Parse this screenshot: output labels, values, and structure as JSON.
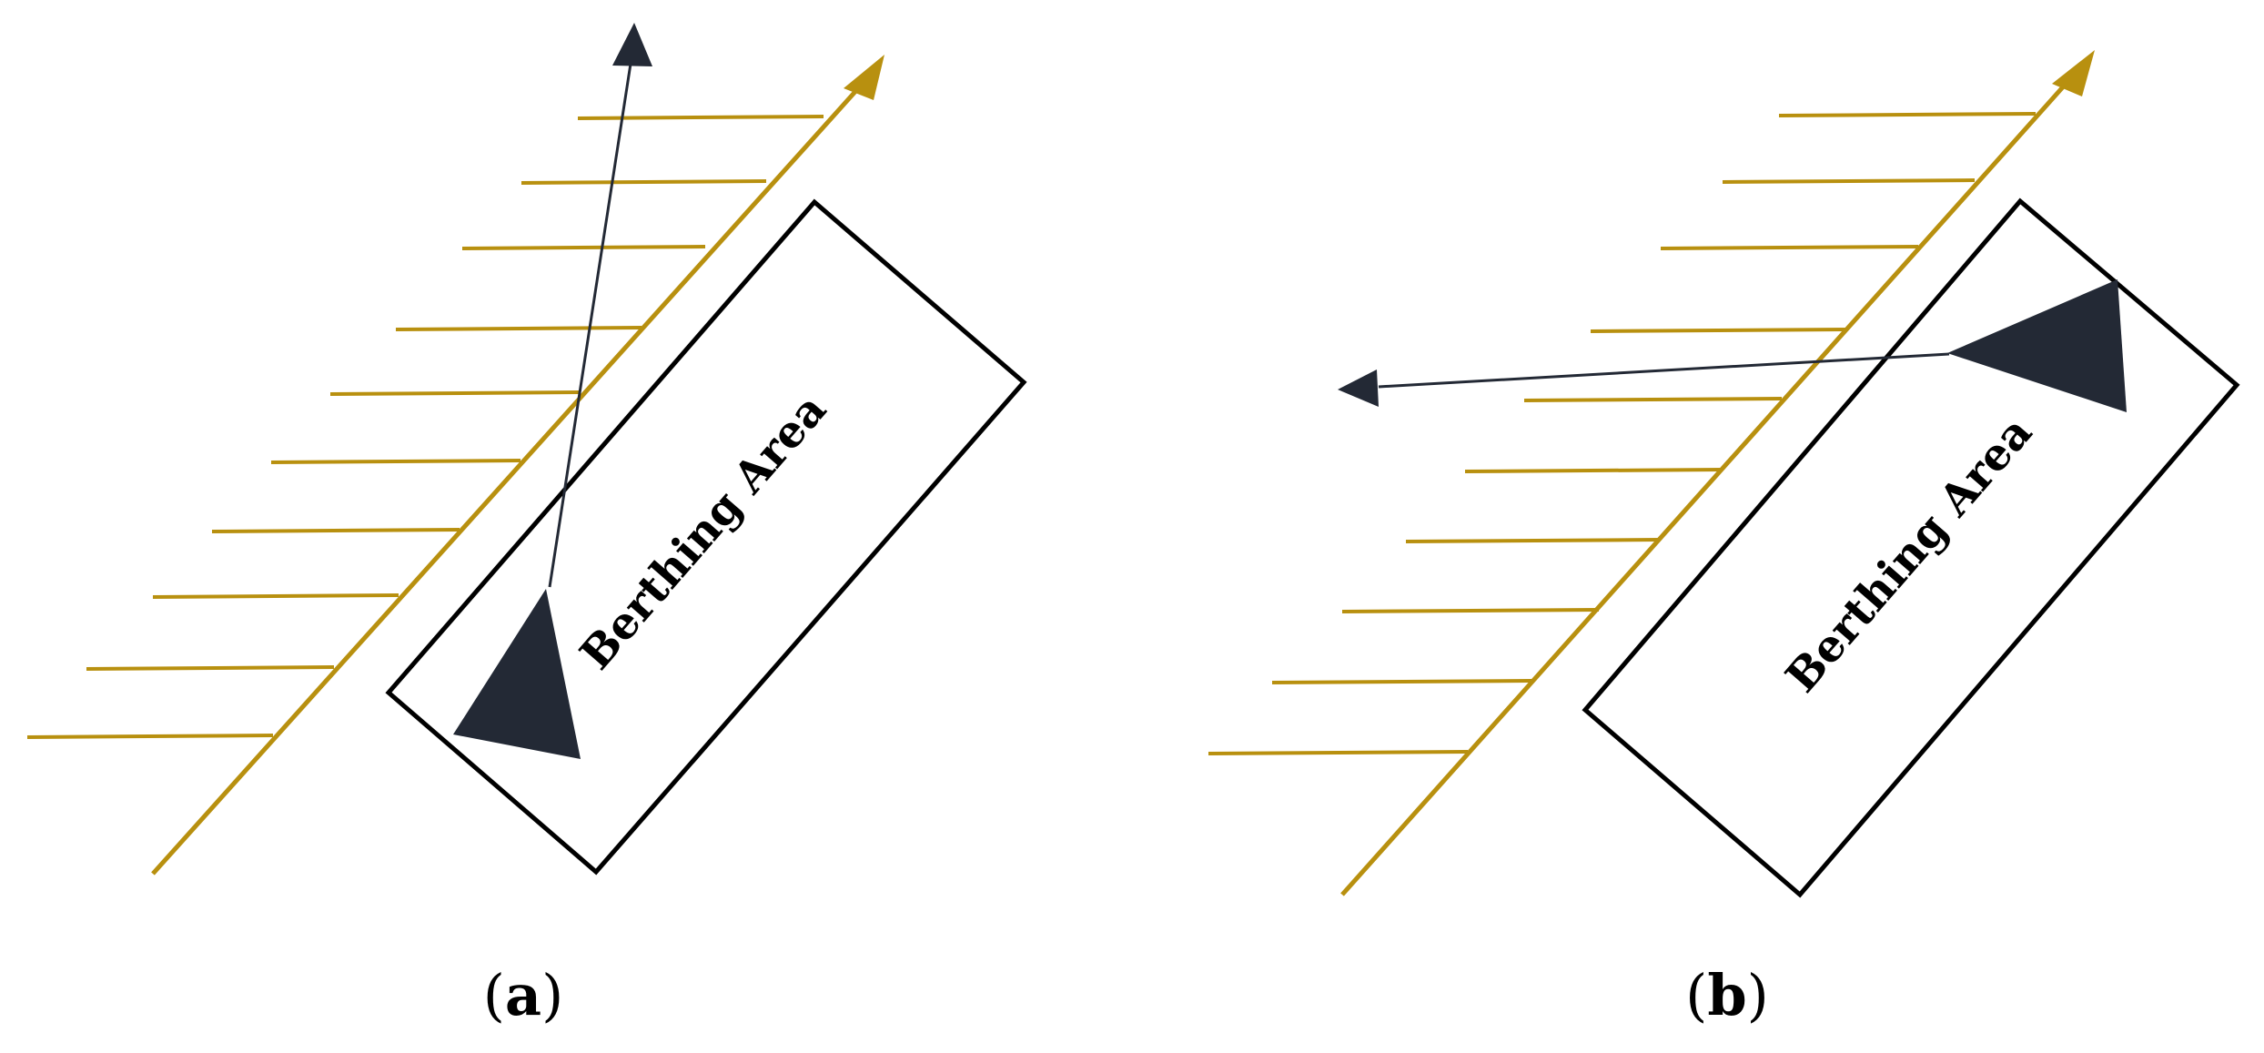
{
  "colors": {
    "quay": "#b8900f",
    "ship": "#232935",
    "box_outline": "#000000",
    "background": "#ffffff"
  },
  "panels": [
    {
      "id": "a",
      "box_label": "Berthing Area",
      "caption_open": "(",
      "caption_letter": "a",
      "caption_close": ")"
    },
    {
      "id": "b",
      "box_label": "Berthing Area",
      "caption_open": "(",
      "caption_letter": "b",
      "caption_close": ")"
    }
  ]
}
